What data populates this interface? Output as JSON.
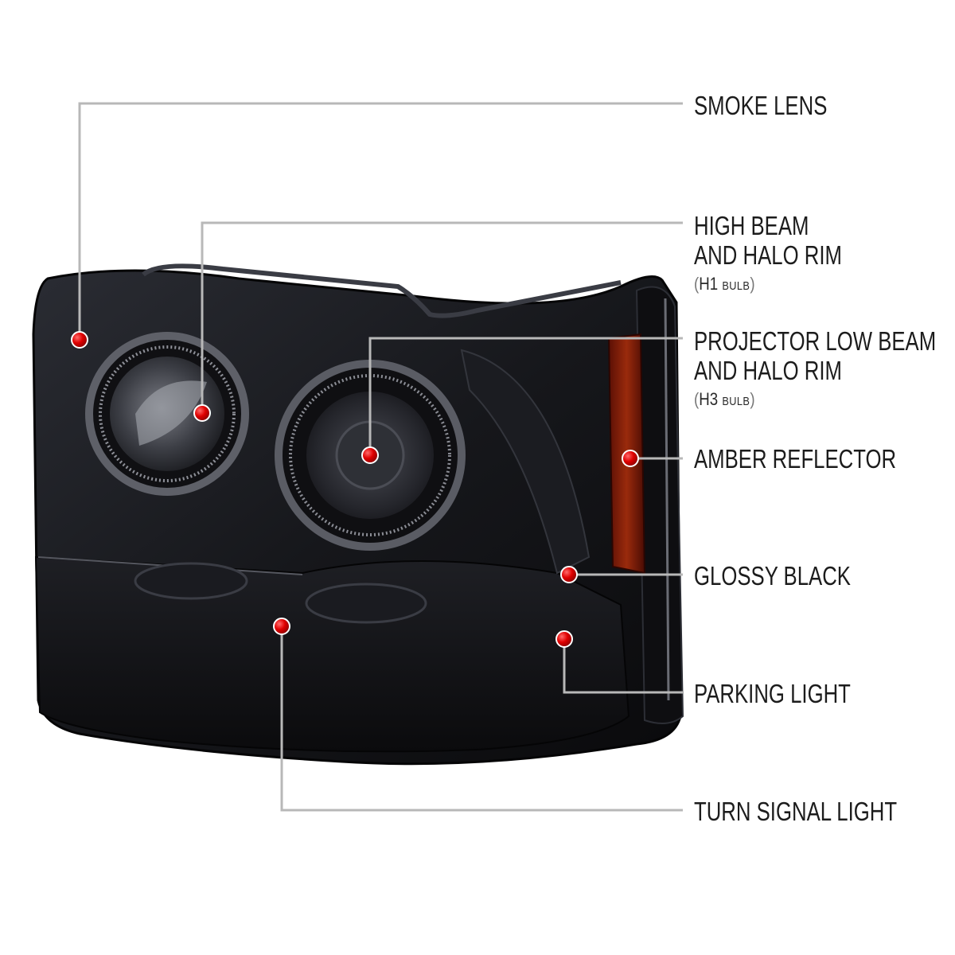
{
  "callouts": [
    {
      "id": "smoke-lens",
      "lines": [
        "SMOKE LENS"
      ],
      "bulb": null
    },
    {
      "id": "high-beam",
      "lines": [
        "HIGH BEAM",
        "AND HALO RIM"
      ],
      "bulb": {
        "code": "H1",
        "word": "BULB"
      }
    },
    {
      "id": "projector-low-beam",
      "lines": [
        "PROJECTOR LOW BEAM",
        "AND HALO RIM"
      ],
      "bulb": {
        "code": "H3",
        "word": "BULB"
      }
    },
    {
      "id": "amber-reflector",
      "lines": [
        "AMBER REFLECTOR"
      ],
      "bulb": null
    },
    {
      "id": "glossy-black",
      "lines": [
        "GLOSSY BLACK"
      ],
      "bulb": null
    },
    {
      "id": "parking-light",
      "lines": [
        "PARKING LIGHT"
      ],
      "bulb": null
    },
    {
      "id": "turn-signal-light",
      "lines": [
        "TURN SIGNAL LIGHT"
      ],
      "bulb": null
    }
  ],
  "colors": {
    "leader_line": "#b8b8b8",
    "marker": "#d90000",
    "housing": "#141418",
    "amber": "#8a1c08",
    "label_text": "#1c1c1c"
  }
}
